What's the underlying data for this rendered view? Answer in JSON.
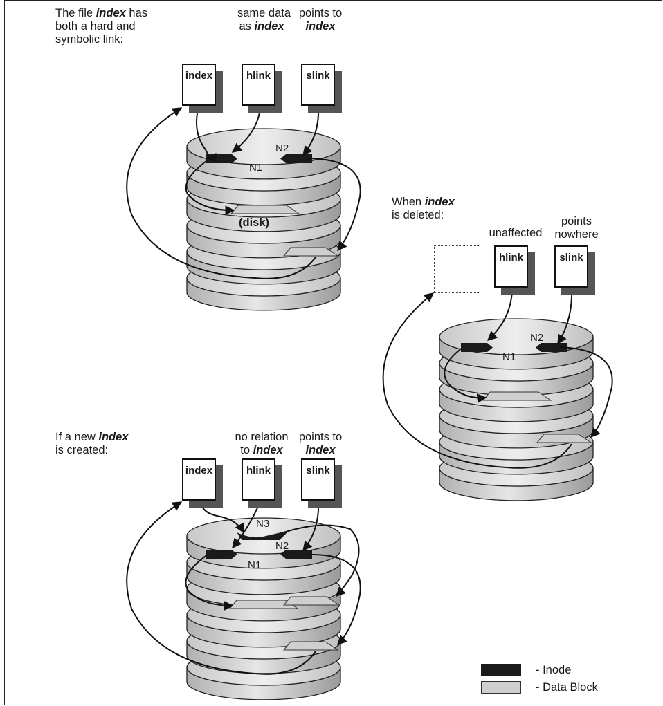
{
  "panels": {
    "top": {
      "caption_pre": "The file ",
      "caption_em": "index",
      "caption_post_line1": " has",
      "caption_line2": "both a hard and",
      "caption_line3": "symbolic link:",
      "hlink_note_line1": "same data",
      "hlink_note_pre": "as ",
      "hlink_note_em": "index",
      "slink_note_line1": "points to",
      "slink_note_em": "index",
      "files": [
        "index",
        "hlink",
        "slink"
      ],
      "inodes": [
        "N1",
        "N2"
      ],
      "disk_label": "(disk)"
    },
    "deleted": {
      "caption_pre": "When ",
      "caption_em": "index",
      "caption_line2": "is deleted:",
      "hlink_note": "unaffected",
      "slink_note_line1": "points",
      "slink_note_line2": "nowhere",
      "files": [
        "hlink",
        "slink"
      ],
      "inodes": [
        "N1",
        "N2"
      ]
    },
    "new": {
      "caption_pre": "If a new ",
      "caption_em": "index",
      "caption_line2": "is created:",
      "hlink_note_line1": "no relation",
      "hlink_note_pre": "to ",
      "hlink_note_em": "index",
      "slink_note_line1": "points to",
      "slink_note_em": "index",
      "files": [
        "index",
        "hlink",
        "slink"
      ],
      "inodes": [
        "N1",
        "N2",
        "N3"
      ]
    }
  },
  "legend": {
    "inode_label": "- Inode",
    "data_label": "- Data Block",
    "inode_color": "#1a1a1a",
    "data_color": "#cfcfcf"
  },
  "colors": {
    "platter_light": "#e2e2e2",
    "platter_dark": "#b8b8b8",
    "outline": "#111111",
    "shadow": "#555555"
  }
}
